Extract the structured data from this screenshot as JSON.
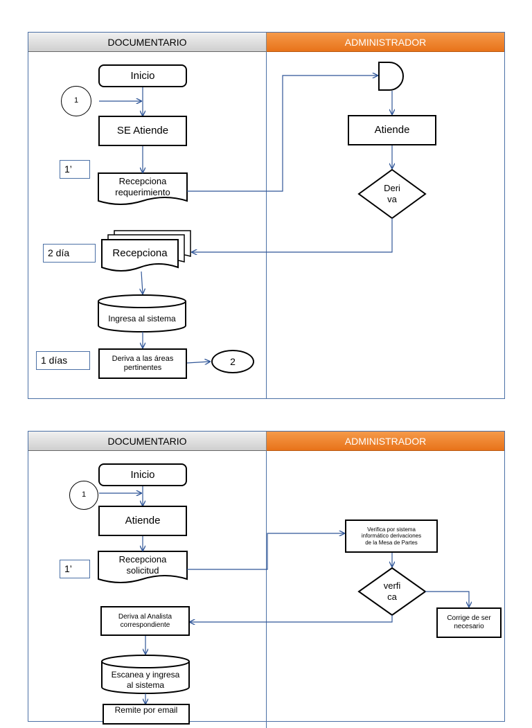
{
  "diagram1": {
    "lane_left_title": "DOCUMENTARIO",
    "lane_right_title": "ADMINISTRADOR",
    "connector_1": "1",
    "inicio": "Inicio",
    "se_atiende": "SE Atiende",
    "time_1": "1’",
    "recepciona_req_line1": "Recepciona",
    "recepciona_req_line2": "requerimiento",
    "time_2": "2 día",
    "recepciona": "Recepciona",
    "ingresa_sistema": "Ingresa al sistema",
    "time_3": "1 días",
    "deriva_areas_line1": "Deriva a las áreas",
    "deriva_areas_line2": "pertinentes",
    "connector_2": "2",
    "atiende": "Atiende",
    "deriva_line1": "Deri",
    "deriva_line2": "va"
  },
  "diagram2": {
    "lane_left_title": "DOCUMENTARIO",
    "lane_right_title": "ADMINISTRADOR",
    "connector_1": "1",
    "inicio": "Inicio",
    "atiende": "Atiende",
    "time_1": "1’",
    "recepciona_sol_line1": "Recepciona",
    "recepciona_sol_line2": "solicitud",
    "deriva_analista_line1": "Deriva al Analista",
    "deriva_analista_line2": "correspondiente",
    "escanea_line1": "Escanea y ingresa",
    "escanea_line2": "al sistema",
    "remite": "Remite por email",
    "verifica_line1": "Verifica por sistema",
    "verifica_line2": "informático derivaciones",
    "verifica_line3": "de la Mesa de Partes",
    "verfica_line1": "verfi",
    "verfica_line2": "ca",
    "corrige_line1": "Corrige de ser",
    "corrige_line2": "necesario"
  },
  "colors": {
    "header_left_bg": "#d9d9d9",
    "header_right_bg": "#ed7d31",
    "line": "#2f5597",
    "lane_border": "#4a6fa5"
  }
}
